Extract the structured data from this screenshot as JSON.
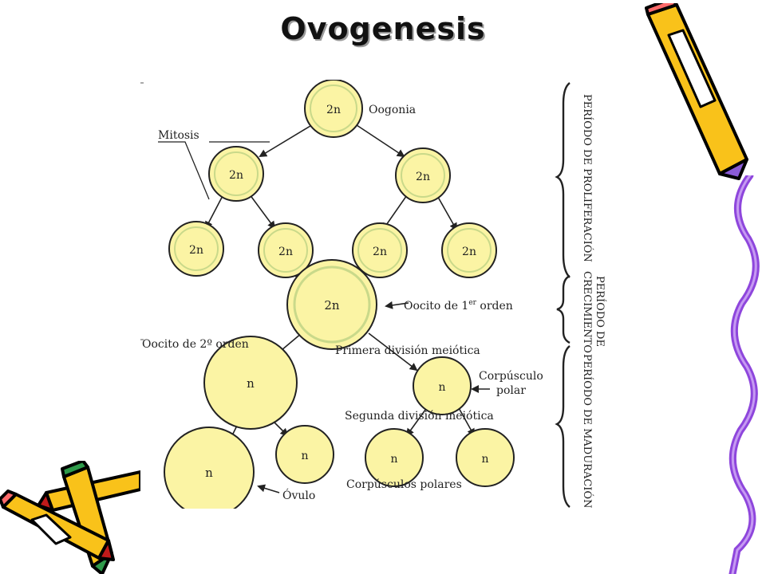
{
  "title": "Ovogenesis",
  "diagram": {
    "labels": {
      "oogonia": "Oogonia",
      "mitosis": "Mitosis",
      "primary_oocyte": "Oocito de 1",
      "primary_oocyte_sup": "er",
      "primary_oocyte_end": " orden",
      "secondary_oocyte": "Oocito de 2º orden",
      "first_division": "Primera división meiótica",
      "polar_body_1": "Corpúsculo",
      "polar_body_2": "polar",
      "second_division": "Segunda división meiótica",
      "ovum": "Óvulo",
      "polar_bodies": "Corpúsculos polares"
    },
    "ploidy": {
      "diploid": "2n",
      "haploid": "n"
    },
    "periods": {
      "proliferation": "PERÍODO DE PROLIFERACIÓN",
      "growth_1": "PERÍODO DE",
      "growth_2": "CRECIMIENTO",
      "maturation": "PERÍODO DE MADURACIÓN"
    },
    "colors": {
      "cell_fill": "#fbf4a4",
      "cell_stroke": "#222222",
      "inner_ring": "#c9d98a"
    }
  }
}
